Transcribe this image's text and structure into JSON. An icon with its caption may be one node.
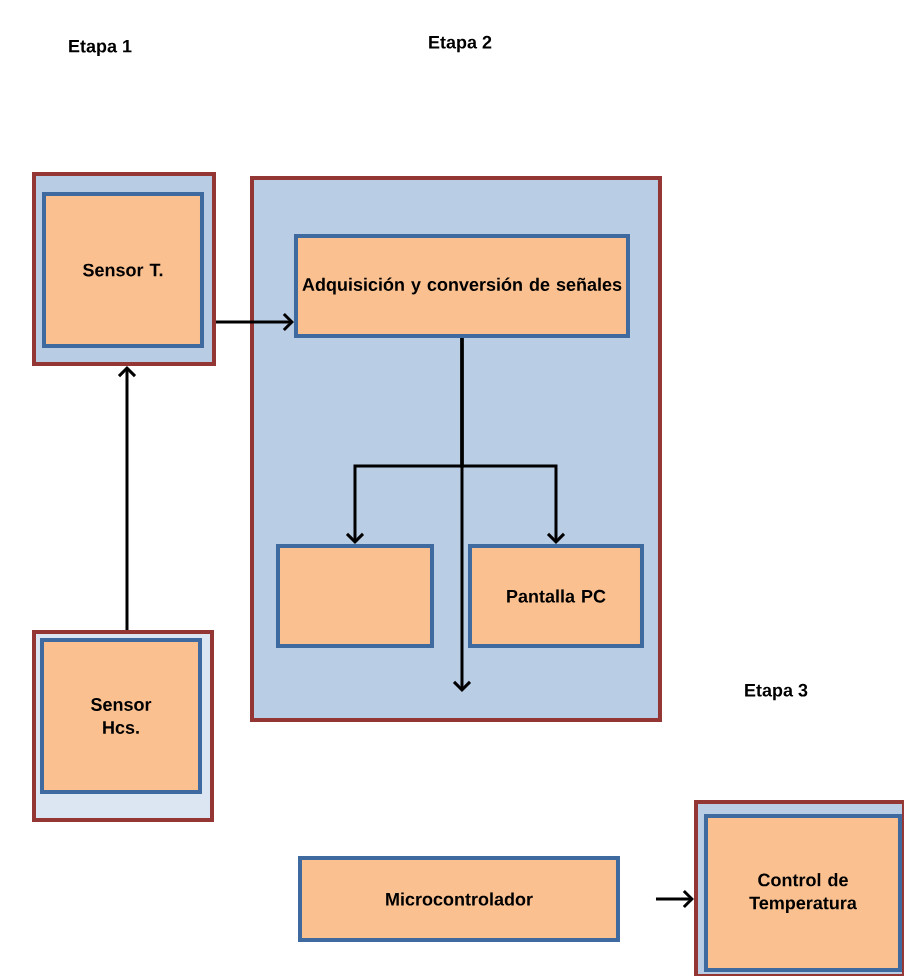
{
  "diagram": {
    "nodes": [
      {
        "text": [],
        "shape": "box"
      },
      {
        "text": [
          "Sensor T."
        ],
        "in": 0
      },
      {
        "text": [],
        "shape": "box"
      },
      {
        "text": [
          "Adquisición y conversión de señales"
        ],
        "in": 2
      },
      {
        "text": [],
        "shape": "box",
        "in": 2
      },
      {
        "text": [
          "Pantalla PC"
        ],
        "in": 2
      },
      {
        "text": [],
        "shape": "box"
      },
      {
        "text": [
          "Sensor Hcs."
        ],
        "in": 6
      },
      {
        "text": [
          "Microcontrolador"
        ]
      },
      {
        "text": [],
        "shape": "box"
      },
      {
        "text": [
          "Control de Temperatura"
        ],
        "in": 9
      }
    ],
    "edges": [
      {
        "from": 0,
        "to": 3,
        "arrow": "to"
      },
      {
        "from": 6,
        "to": 0,
        "arrow": "to"
      },
      {
        "from": 3,
        "to": 4,
        "arrow": "to"
      },
      {
        "from": 3,
        "to": 5,
        "arrow": "to"
      },
      {
        "from": 3,
        "to": null,
        "arrow": "to"
      },
      {
        "from": 8,
        "to": 9,
        "arrow": "to"
      }
    ],
    "labels": [
      "Etapa 1",
      "Etapa 2",
      "Etapa 3"
    ]
  }
}
